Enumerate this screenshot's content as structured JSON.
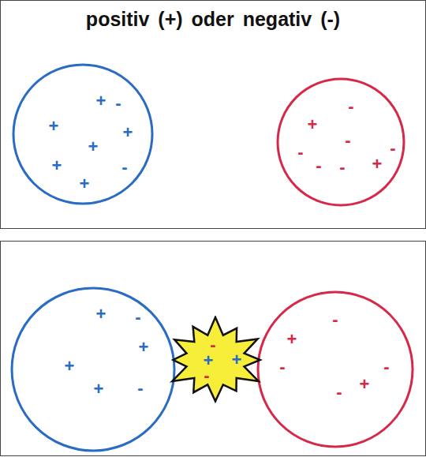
{
  "diagram": {
    "title": "positiv (+) oder negativ (-)",
    "nodes": [
      {
        "text": [
          "+",
          "-",
          "+",
          "+",
          "+",
          "+",
          "-",
          "+"
        ]
      },
      {
        "text": [
          "-",
          "+",
          "-",
          "-",
          "-",
          "-",
          "-",
          "+"
        ]
      },
      {
        "text": [
          "+",
          "-",
          "+",
          "+",
          "-",
          "+"
        ]
      },
      {
        "text": [
          "-",
          "+",
          "+",
          "-"
        ]
      },
      {
        "text": [
          "-",
          "+",
          "-",
          "-",
          "+",
          "-"
        ]
      }
    ]
  }
}
